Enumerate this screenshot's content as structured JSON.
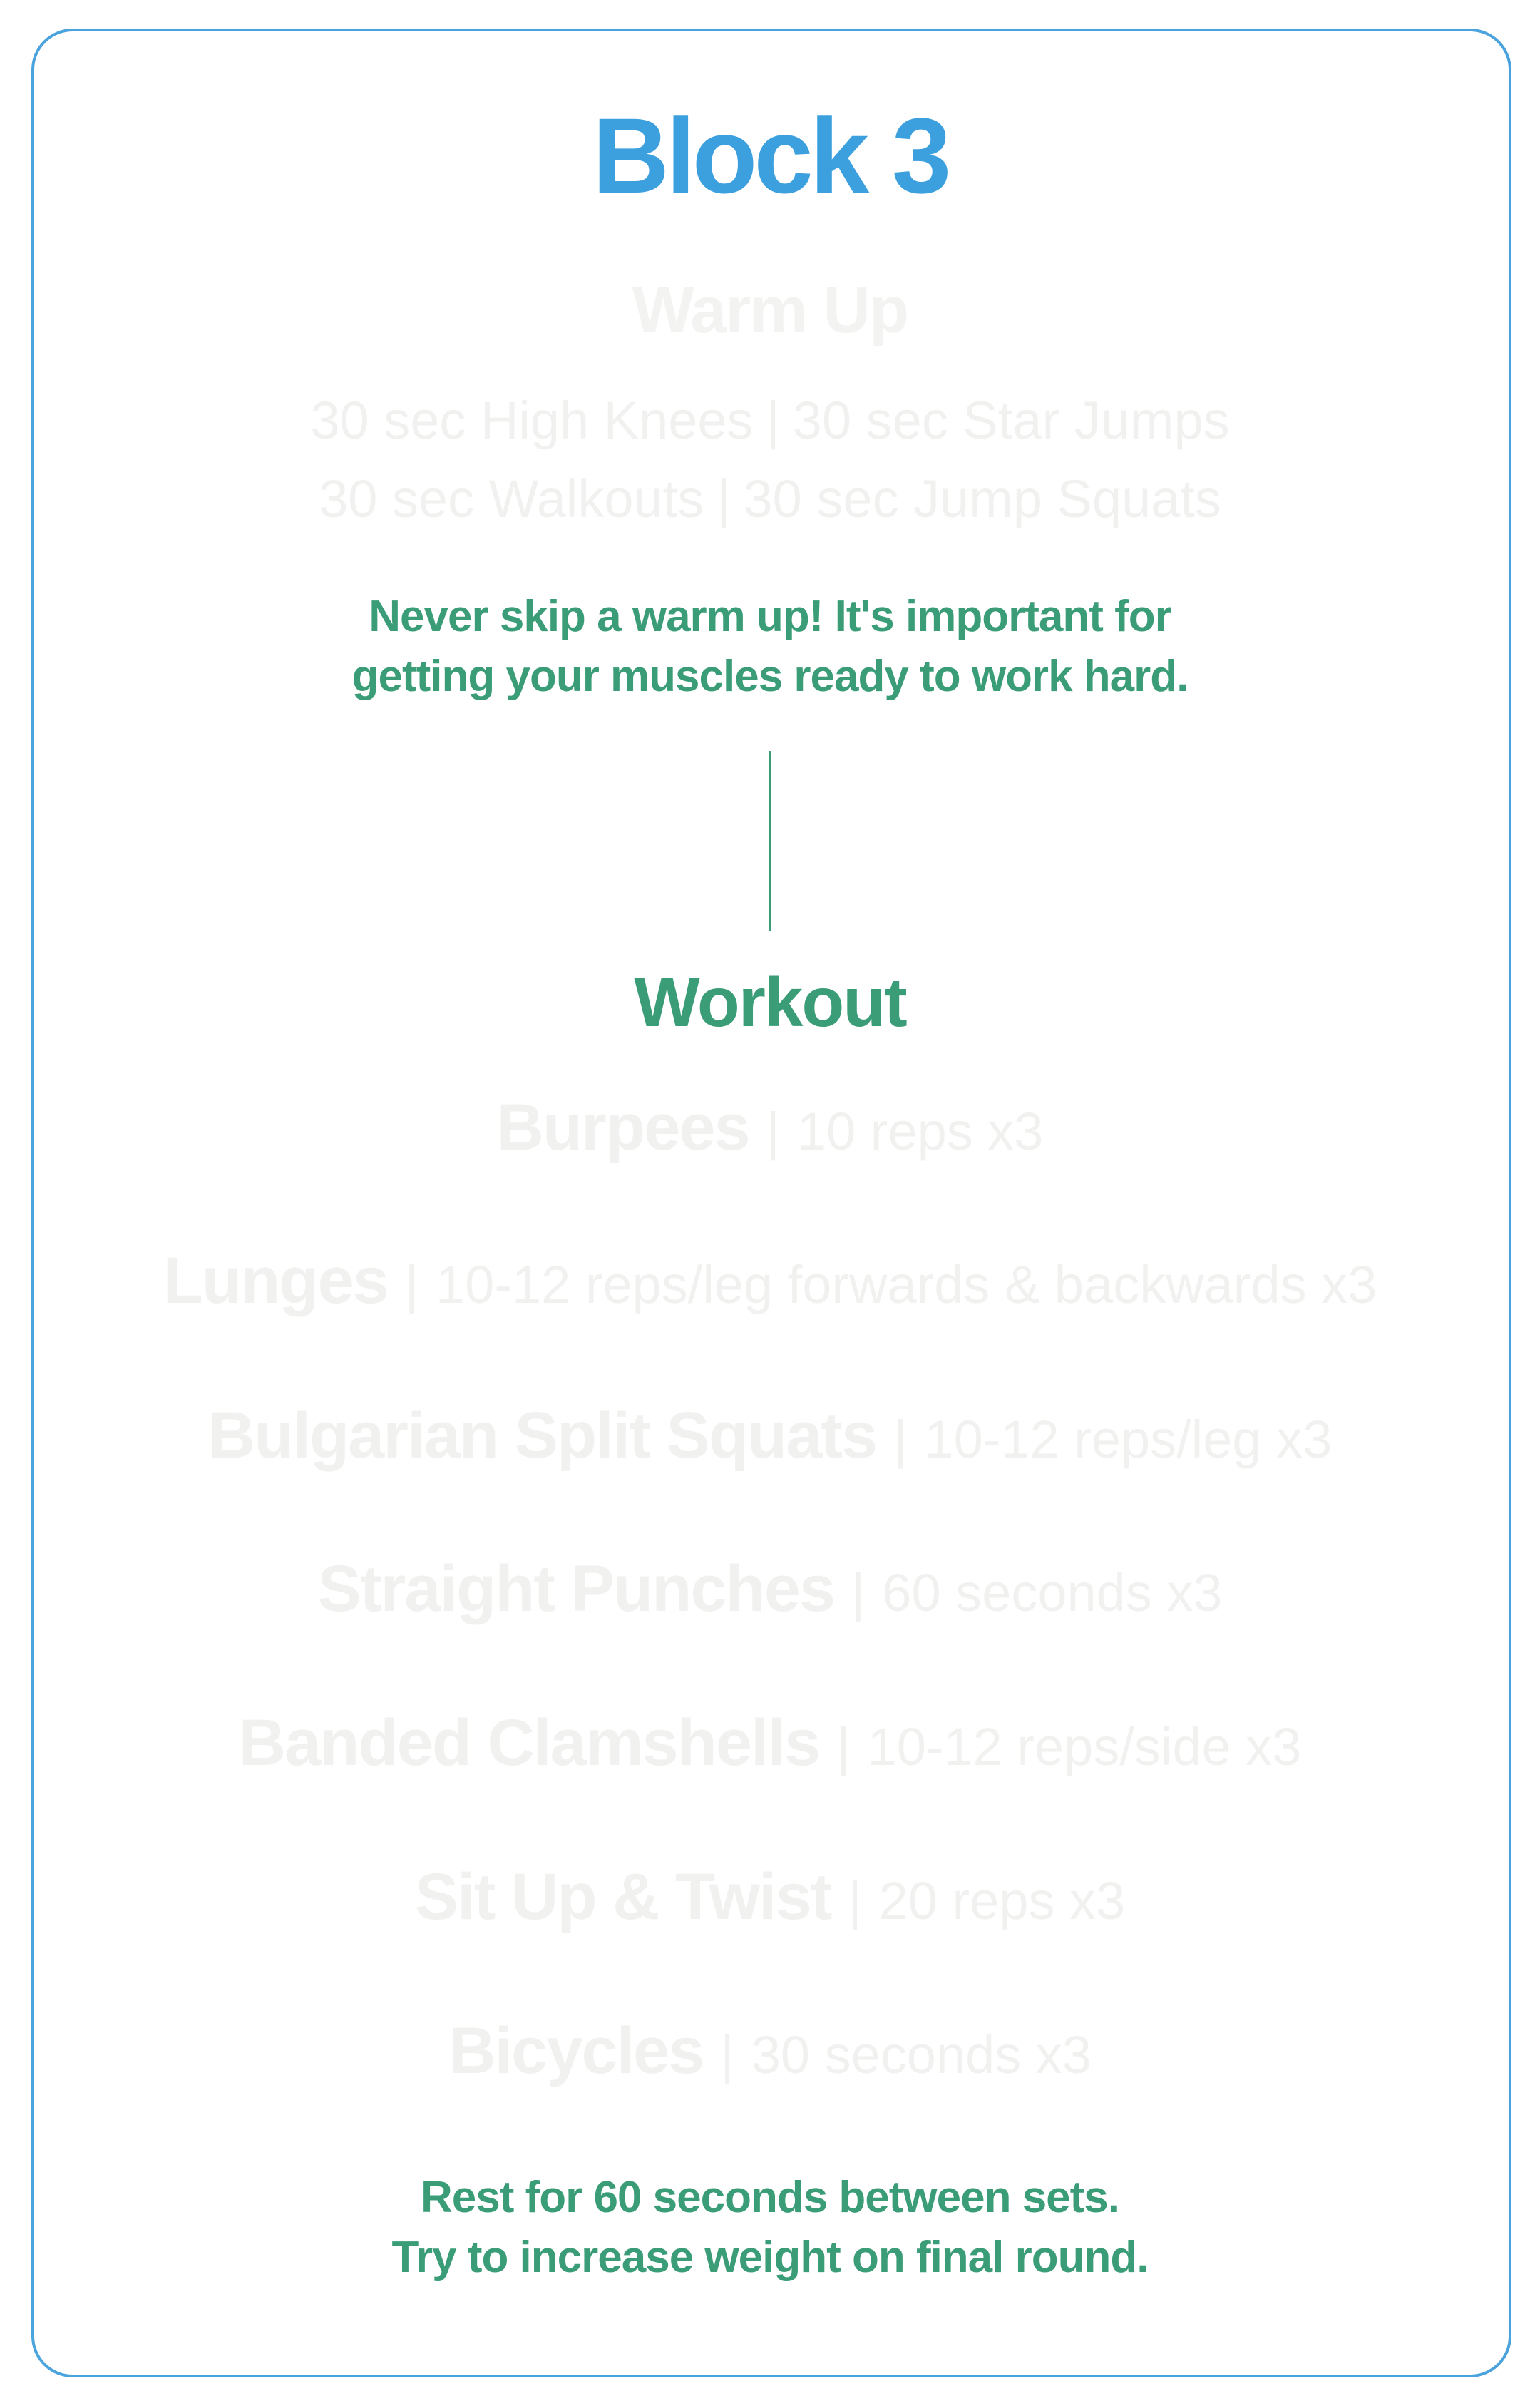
{
  "title": "Block 3",
  "warmup": {
    "heading": "Warm Up",
    "line1": {
      "left": "30 sec High Knees",
      "separator": "|",
      "right": "30 sec Star Jumps"
    },
    "line2": {
      "left": "30 sec Walkouts",
      "separator": "|",
      "right": "30 sec Jump Squats"
    },
    "note_line1": "Never skip a warm up! It's important for",
    "note_line2": "getting your muscles ready to work hard."
  },
  "workout": {
    "heading": "Workout",
    "separator": "|",
    "exercises": [
      {
        "name": "Burpees",
        "detail": "10 reps x3"
      },
      {
        "name": "Lunges",
        "detail": "10-12 reps/leg forwards & backwards x3"
      },
      {
        "name": "Bulgarian Split Squats",
        "detail": "10-12 reps/leg x3"
      },
      {
        "name": "Straight Punches",
        "detail": "60 seconds x3"
      },
      {
        "name": "Banded Clamshells",
        "detail": "10-12 reps/side x3"
      },
      {
        "name": "Sit Up & Twist",
        "detail": "20 reps x3"
      },
      {
        "name": "Bicycles",
        "detail": "30 seconds x3"
      }
    ],
    "rest_line1": "Rest for 60 seconds between sets.",
    "rest_line2": "Try to increase weight on final round."
  },
  "colors": {
    "title_blue": "#3c9fde",
    "accent_green": "#3a9d77",
    "border_blue": "#4aa3dd",
    "faded_text": "#f1f1ef"
  }
}
